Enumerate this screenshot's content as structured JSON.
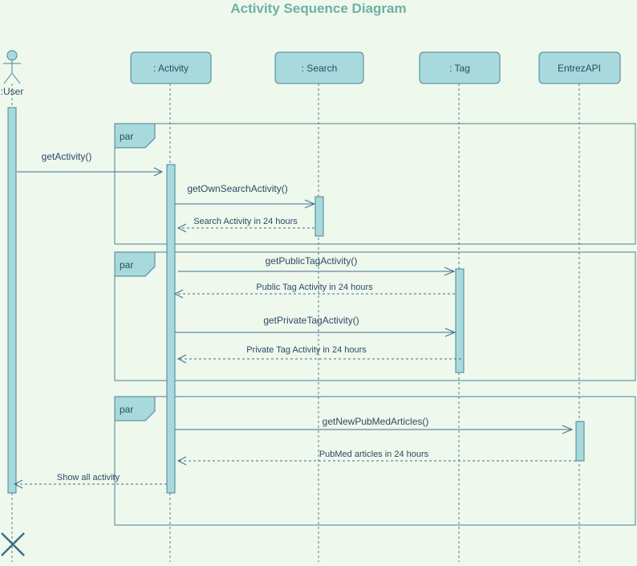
{
  "title": "Activity Sequence Diagram",
  "actor": {
    "label": ":User"
  },
  "participants": [
    {
      "label": ": Activity"
    },
    {
      "label": ": Search"
    },
    {
      "label": ": Tag"
    },
    {
      "label": "EntrezAPI"
    }
  ],
  "fragments": [
    {
      "operator": "par"
    },
    {
      "operator": "par"
    },
    {
      "operator": "par"
    }
  ],
  "messages": [
    {
      "label": "getActivity()",
      "kind": "call"
    },
    {
      "label": "getOwnSearchActivity()",
      "kind": "call"
    },
    {
      "label": "Search Activity in 24 hours",
      "kind": "return"
    },
    {
      "label": "getPublicTagActivity()",
      "kind": "call"
    },
    {
      "label": "Public Tag Activity in 24 hours",
      "kind": "return"
    },
    {
      "label": "getPrivateTagActivity()",
      "kind": "call"
    },
    {
      "label": "Private Tag Activity in 24 hours",
      "kind": "return"
    },
    {
      "label": "getNewPubMedArticles()",
      "kind": "call"
    },
    {
      "label": "PubMed articles in 24 hours",
      "kind": "return"
    },
    {
      "label": "Show all activity",
      "kind": "return"
    }
  ],
  "colors": {
    "background": "#eff8ec",
    "box_fill": "#a8d9dc",
    "stroke": "#4a7f95",
    "title": "#6fb0a4"
  }
}
